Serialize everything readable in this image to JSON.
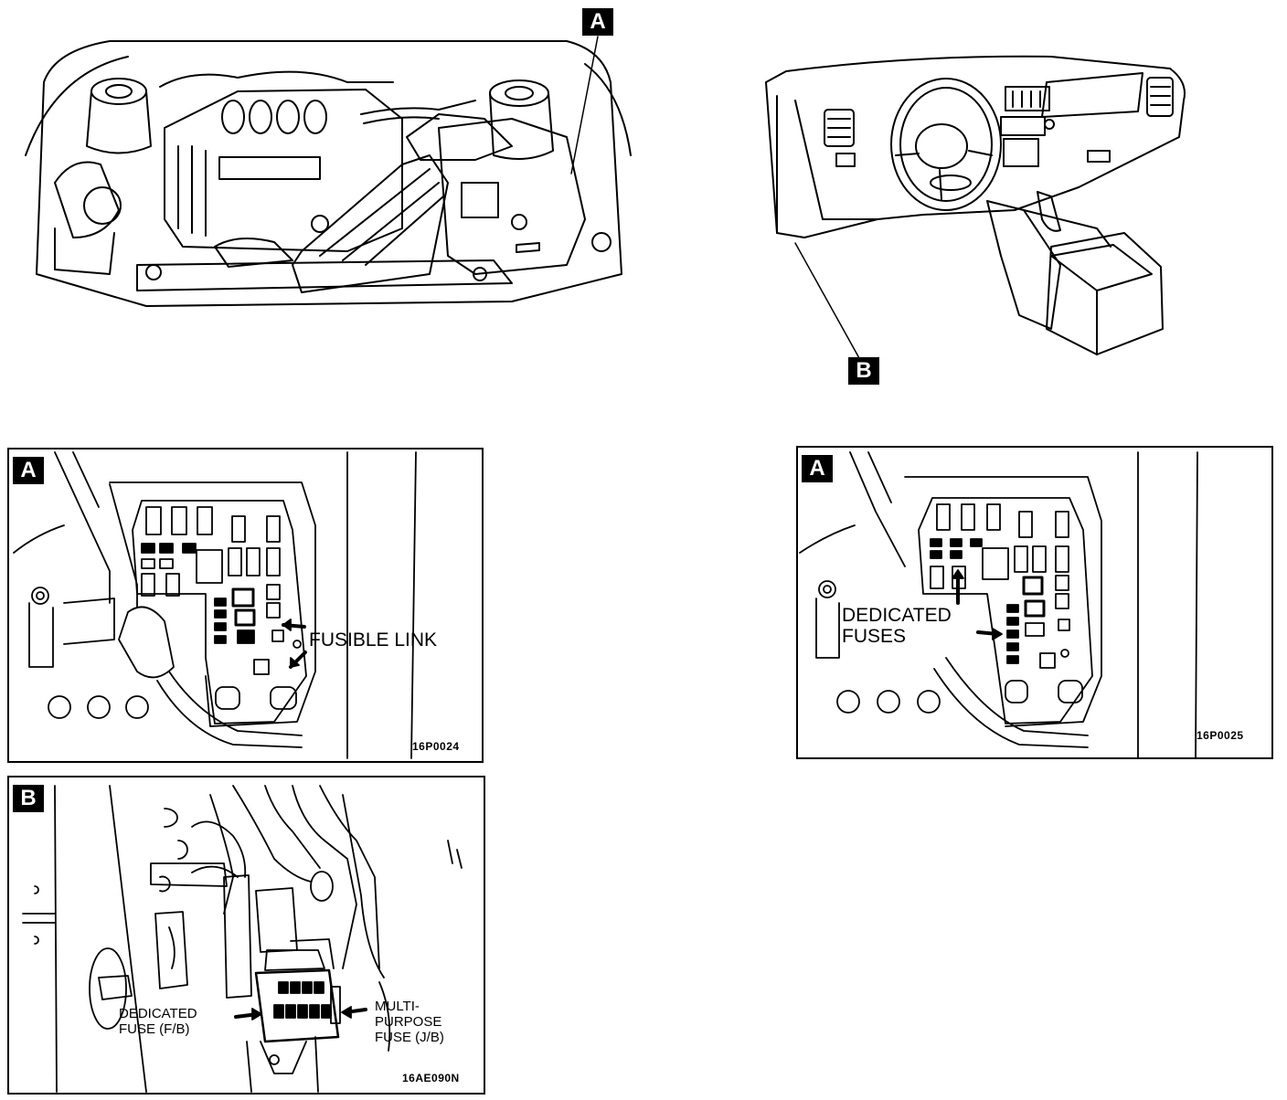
{
  "overview": {
    "engine_callout": "A",
    "dash_callout": "B"
  },
  "panels": {
    "fusible_link": {
      "badge": "A",
      "label": "FUSIBLE LINK",
      "code": "16P0024"
    },
    "dedicated_fuses": {
      "badge": "A",
      "label_line1": "DEDICATED",
      "label_line2": "FUSES",
      "code": "16P0025"
    },
    "interior": {
      "badge": "B",
      "left_label_line1": "DEDICATED",
      "left_label_line2": "FUSE (F/B)",
      "right_label_line1": "MULTI-",
      "right_label_line2": "PURPOSE",
      "right_label_line3": "FUSE (J/B)",
      "code": "16AE090N"
    }
  }
}
